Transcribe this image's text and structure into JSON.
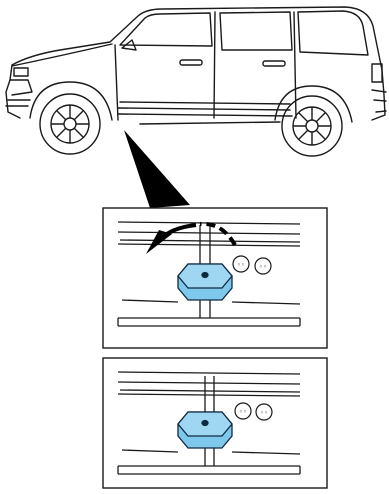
{
  "figure": {
    "subject": "suv-side-view",
    "callout_target": "rocker-panel-underside",
    "panels": [
      {
        "id": "panel-before",
        "state": "plug-rotating",
        "arrow": true
      },
      {
        "id": "panel-after",
        "state": "plug-seated",
        "arrow": false
      }
    ]
  },
  "colors": {
    "line": "#1a1a1a",
    "plug_fill": "#7ec8ec",
    "plug_top": "#9fd7f3",
    "plug_stroke": "#0f2a40",
    "background": "#ffffff"
  },
  "icons": [
    "suv-icon",
    "rotation-arrow-icon",
    "drain-plug-icon",
    "mounting-clip-icon"
  ]
}
